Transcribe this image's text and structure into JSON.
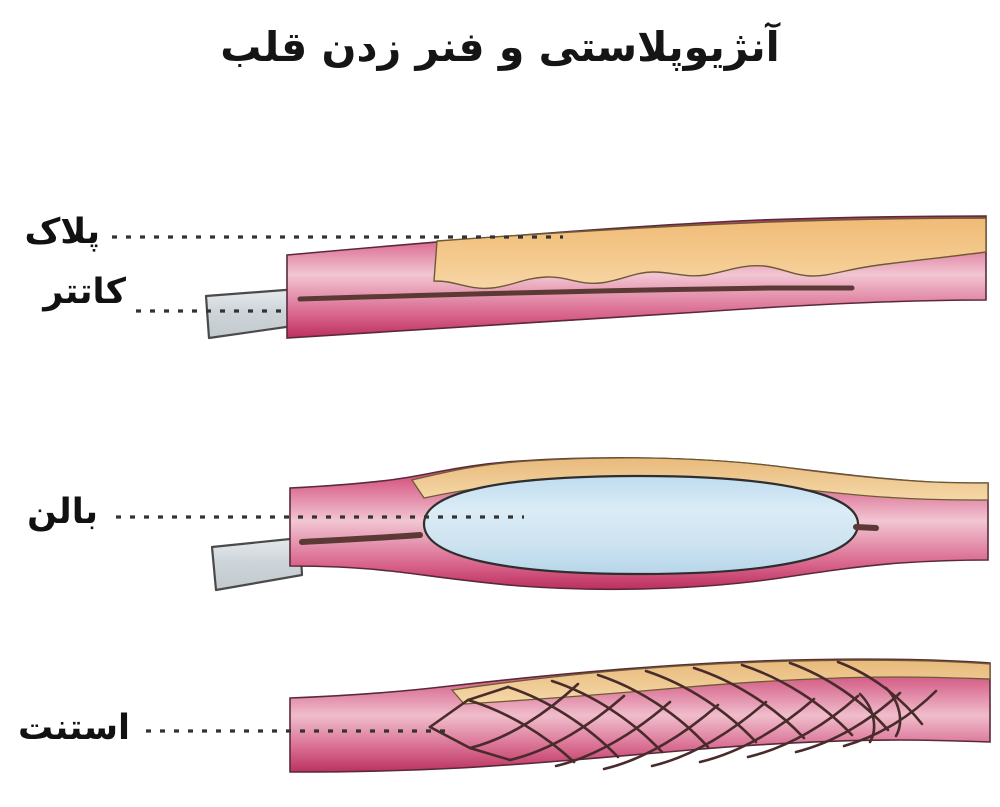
{
  "title": "آنژیوپلاستی و فنر زدن قلب",
  "labels": {
    "plaque": "پلاک",
    "catheter": "کاتتر",
    "balloon": "بالن",
    "stent": "استنت"
  },
  "colors": {
    "artery_wall_dark": "#cf3f6b",
    "artery_wall_mid": "#df7f9e",
    "artery_lumen_light": "#f3c6d3",
    "plaque_fill": "#f2c282",
    "plaque_fill_light": "#f6d3a0",
    "plaque_outline": "#6d5a33",
    "balloon_fill": "#cfe5f2",
    "balloon_fill_light": "#e6f2f9",
    "catheter_gray": "#d2d7db",
    "catheter_outline": "#4a4a4a",
    "wire_dark": "#5b3a35",
    "outline": "#3a2a2a",
    "stent_mesh": "#4a2b2b",
    "leader_dot": "#333333",
    "text": "#111111",
    "background": "#ffffff"
  },
  "figures": [
    {
      "id": "fig-catheter-plaque",
      "name": "artery-with-plaque-and-catheter",
      "callouts": [
        "پلاک",
        "کاتتر"
      ]
    },
    {
      "id": "fig-balloon",
      "name": "artery-with-inflated-balloon",
      "callouts": [
        "بالن"
      ]
    },
    {
      "id": "fig-stent",
      "name": "artery-with-deployed-stent",
      "callouts": [
        "استنت"
      ]
    }
  ]
}
